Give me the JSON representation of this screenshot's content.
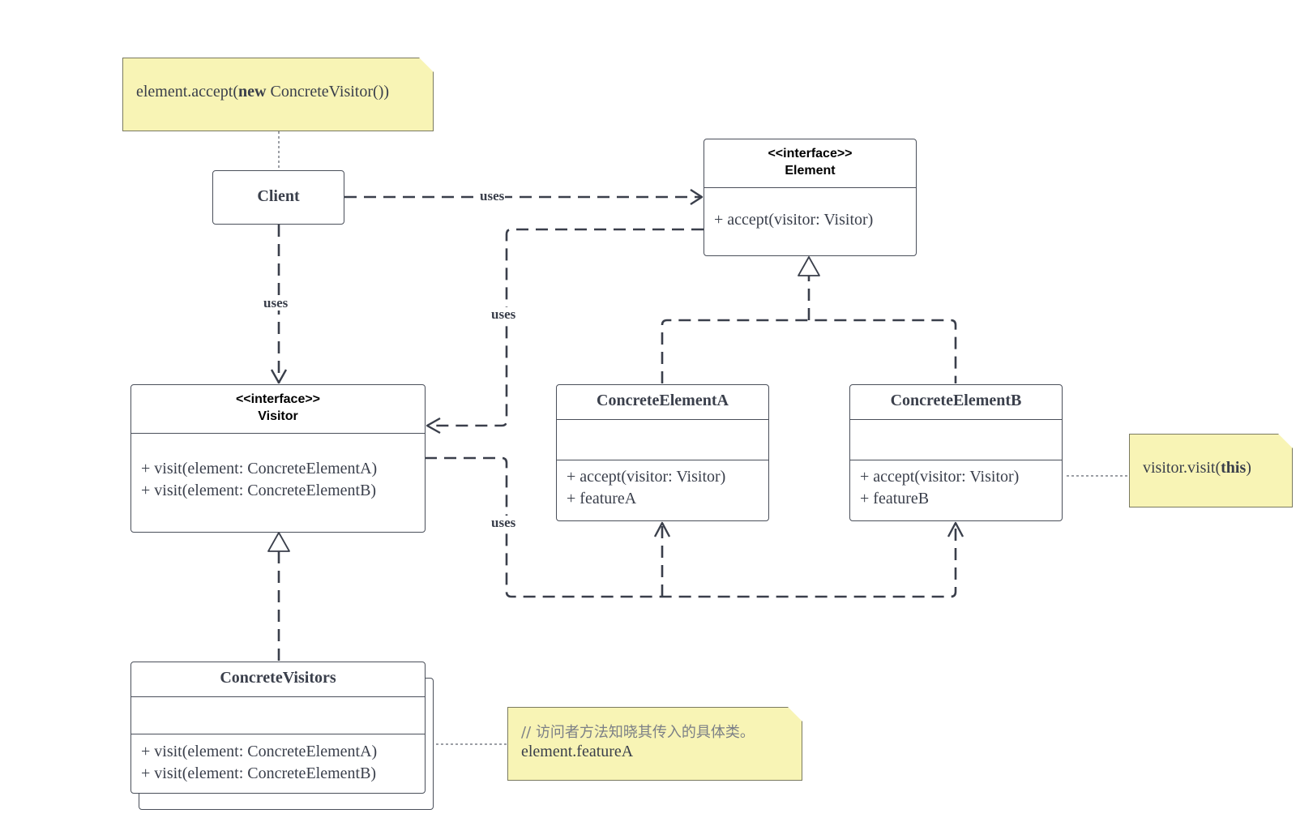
{
  "notes": {
    "client_call": {
      "pre": "element.accept(",
      "kw": "new",
      "post": " ConcreteVisitor())"
    },
    "visit_this": {
      "pre": "visitor.visit(",
      "kw": "this",
      "post": ")"
    },
    "concrete_visitor": {
      "comment": "// 访问者方法知晓其传入的具体类。",
      "code": "element.featureA"
    }
  },
  "client": {
    "name": "Client"
  },
  "element": {
    "stereotype": "<<interface>>",
    "name": "Element",
    "methods": [
      "+ accept(visitor: Visitor)"
    ]
  },
  "visitor": {
    "stereotype": "<<interface>>",
    "name": "Visitor",
    "methods": [
      "+ visit(element: ConcreteElementA)",
      "+ visit(element: ConcreteElementB)"
    ]
  },
  "concrete_element_a": {
    "name": "ConcreteElementA",
    "methods": [
      "+ accept(visitor: Visitor)",
      "+ featureA"
    ]
  },
  "concrete_element_b": {
    "name": "ConcreteElementB",
    "methods": [
      "+ accept(visitor: Visitor)",
      "+ featureB"
    ]
  },
  "concrete_visitors": {
    "name": "ConcreteVisitors",
    "methods": [
      "+ visit(element: ConcreteElementA)",
      "+ visit(element: ConcreteElementB)"
    ]
  },
  "labels": {
    "client_element": "uses",
    "client_visitor": "uses",
    "element_visitor": "uses",
    "visitor_elements": "uses"
  },
  "colors": {
    "note_fill": "#f8f4b5",
    "line": "#3a3f4b",
    "border": "#4a4f5a"
  }
}
